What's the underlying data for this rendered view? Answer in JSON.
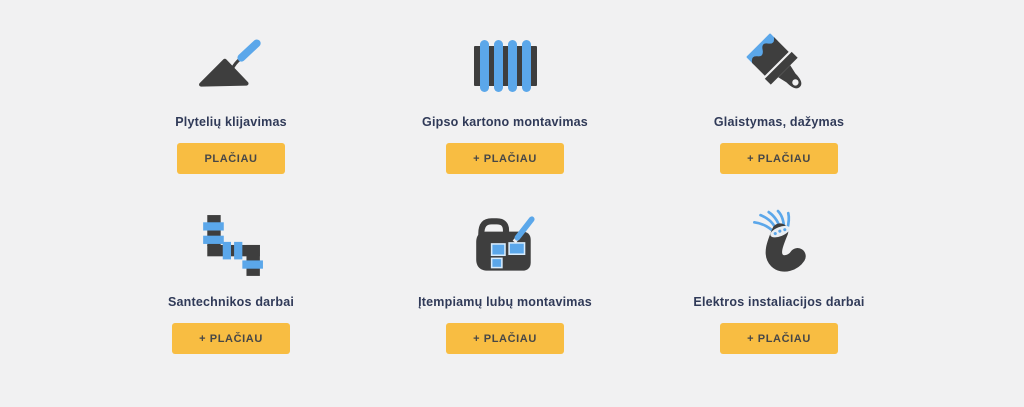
{
  "page": {
    "background_color": "#f1f1f2"
  },
  "colors": {
    "title_text": "#303a58",
    "button_background": "#f8bd42",
    "button_text": "#474747",
    "icon_dark": "#3e3e3e",
    "icon_blue": "#5ba7ea"
  },
  "services": [
    {
      "title": "Plytelių klijavimas",
      "button_label": "PLAČIAU",
      "icon": "trowel-icon"
    },
    {
      "title": "Gipso kartono montavimas",
      "button_label": "+ PLAČIAU",
      "icon": "drywall-panel-icon"
    },
    {
      "title": "Glaistymas, dažymas",
      "button_label": "+ PLAČIAU",
      "icon": "paintbrush-icon"
    },
    {
      "title": "Santechnikos darbai",
      "button_label": "+ PLAČIAU",
      "icon": "pipes-icon"
    },
    {
      "title": "Įtempiamų lubų montavimas",
      "button_label": "+ PLAČIAU",
      "icon": "blueprint-pencil-icon"
    },
    {
      "title": "Elektros instaliacijos darbai",
      "button_label": "+ PLAČIAU",
      "icon": "cable-wires-icon"
    }
  ]
}
